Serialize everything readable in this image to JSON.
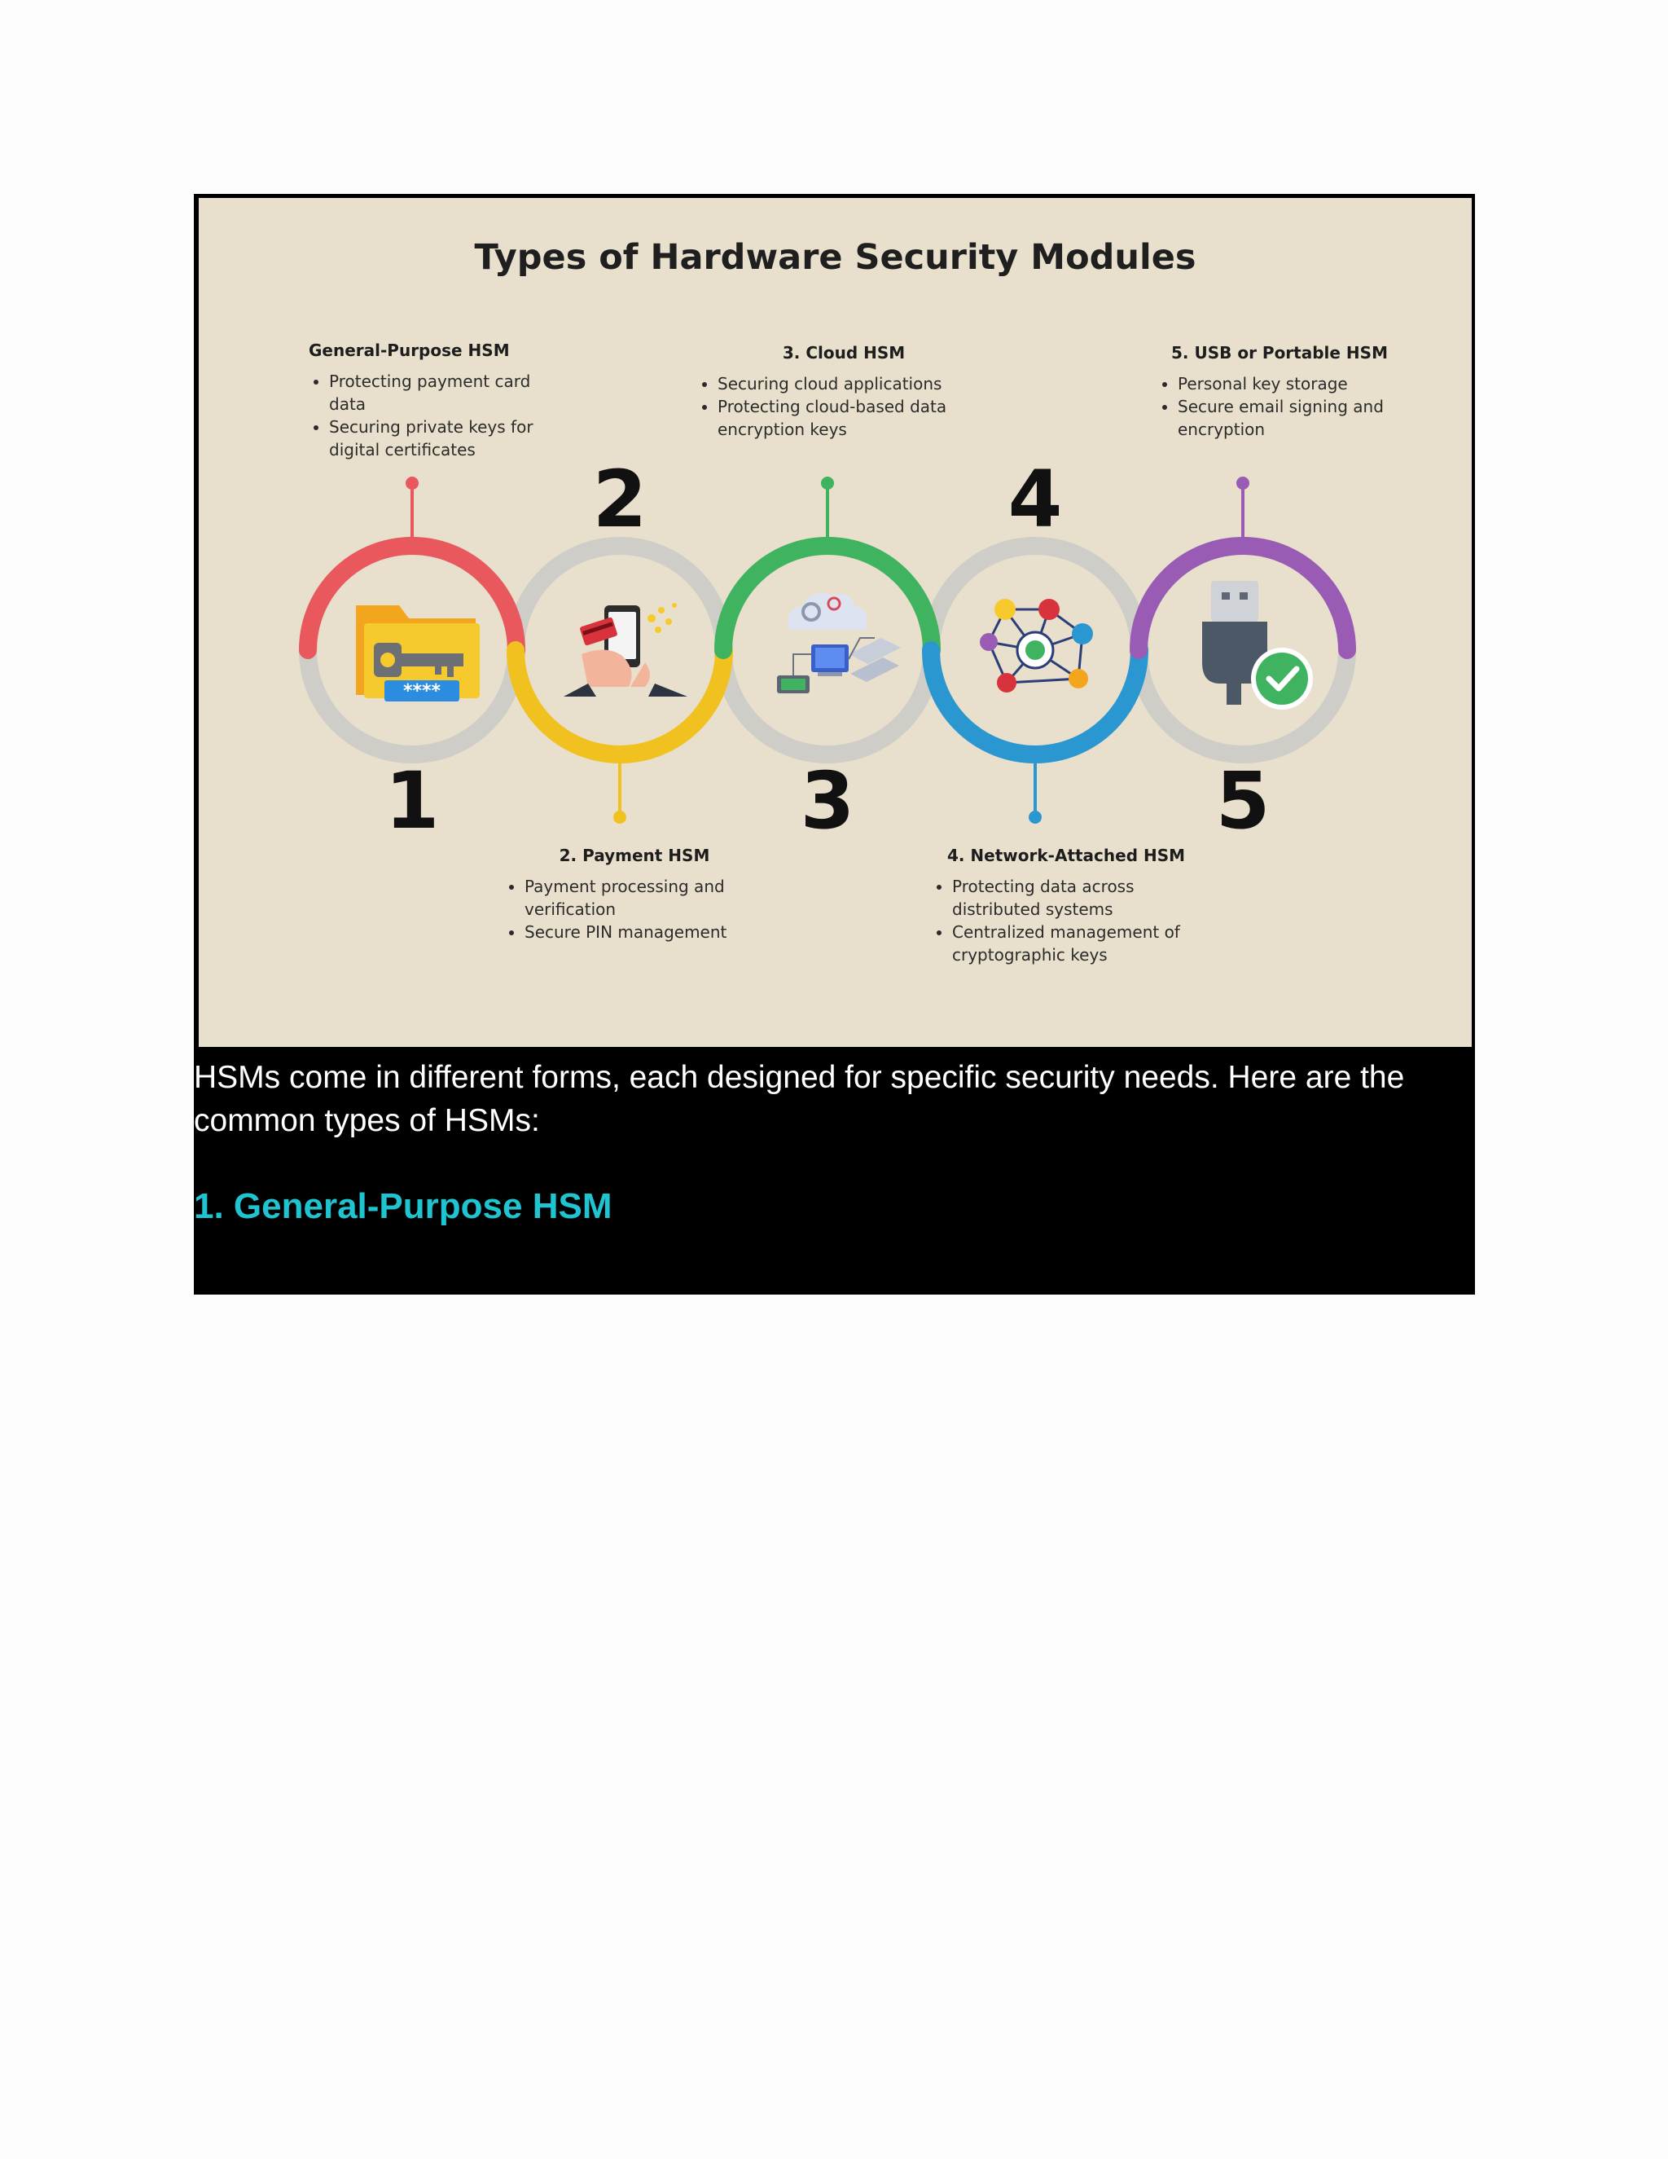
{
  "infographic": {
    "title": "Types of Hardware Security Modules",
    "colors": {
      "background": "#e8e0cc",
      "ring_gray": "#cfcdc8",
      "stage_1": "#e8585c",
      "stage_2": "#f1c21f",
      "stage_3": "#3fb35f",
      "stage_4": "#2b97d1",
      "stage_5": "#9a5bb4"
    },
    "stages": [
      {
        "number": "1",
        "heading": "General-Purpose HSM",
        "bullets": [
          "Protecting payment card data",
          "Securing private keys for digital certificates"
        ],
        "icon": "folder-key-password-icon",
        "password_mask": "****"
      },
      {
        "number": "2",
        "heading": "2. Payment HSM",
        "bullets": [
          "Payment processing and verification",
          "Secure PIN management"
        ],
        "icon": "mobile-payment-icon"
      },
      {
        "number": "3",
        "heading": "3. Cloud HSM",
        "bullets": [
          "Securing cloud applications",
          "Protecting cloud-based data encryption keys"
        ],
        "icon": "cloud-network-devices-icon"
      },
      {
        "number": "4",
        "heading": "4. Network-Attached HSM",
        "bullets": [
          "Protecting data across distributed systems",
          "Centralized management of cryptographic keys"
        ],
        "icon": "connected-users-network-icon"
      },
      {
        "number": "5",
        "heading": "5. USB or Portable HSM",
        "bullets": [
          "Personal key storage",
          "Secure email signing and encryption"
        ],
        "icon": "usb-checkmark-icon"
      }
    ]
  },
  "document": {
    "intro": "HSMs come in different forms, each designed for specific security needs. Here are the common types of HSMs:",
    "section_heading": "1. General-Purpose HSM",
    "heading_color": "#1fc4d0"
  }
}
